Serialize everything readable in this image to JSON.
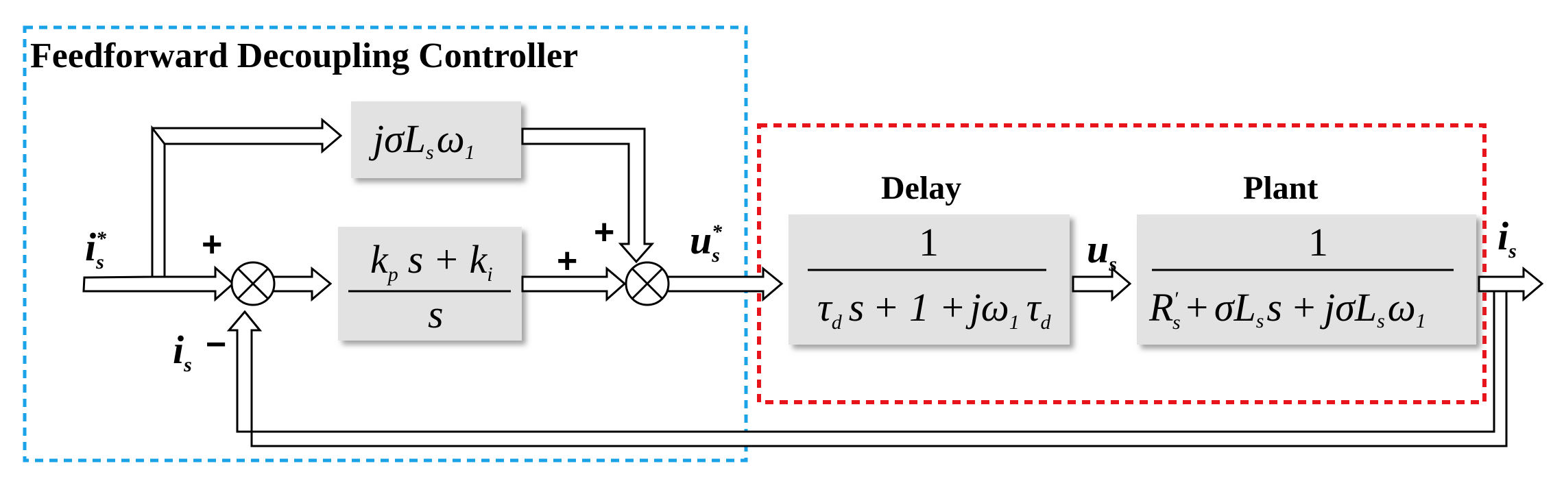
{
  "title": "Feedforward Decoupling Controller",
  "delay_label": "Delay",
  "plant_label": "Plant",
  "signals": {
    "i_ref": "i",
    "i_ref_sub": "s",
    "i_ref_sup": "*",
    "i_fb": "i",
    "i_fb_sub": "s",
    "u_ref": "u",
    "u_ref_sub": "s",
    "u_ref_sup": "*",
    "u_s": "u",
    "u_s_sub": "s",
    "i_out": "i",
    "i_out_sub": "s"
  },
  "signs": {
    "sum1_plus": "+",
    "sum1_minus": "−",
    "sum2_plus_left": "+",
    "sum2_plus_top": "+"
  },
  "blocks": {
    "decoupling": {
      "j": "j",
      "sigma": "σ",
      "L": "L",
      "L_sub": "s",
      "omega": "ω",
      "omega_sub": "1"
    },
    "pi": {
      "k_p": "k",
      "k_p_sub": "p",
      "s": "s",
      "plus": "+",
      "k_i": "k",
      "k_i_sub": "i",
      "den": "s"
    },
    "delay": {
      "num": "1",
      "tau": "τ",
      "tau_sub": "d",
      "s": "s",
      "plus1": "+ 1 +",
      "j": "j",
      "omega": "ω",
      "omega_sub": "1",
      "tau2": "τ",
      "tau2_sub": "d"
    },
    "plant": {
      "num": "1",
      "R": "R",
      "R_sub": "s",
      "R_sup": "′",
      "plus": "+",
      "sigma": "σ",
      "L": "L",
      "L_sub": "s",
      "s": "s",
      "plus2": "+",
      "j": "j",
      "sigma2": "σ",
      "L2": "L",
      "L2_sub": "s",
      "omega": "ω",
      "omega_sub": "1"
    }
  },
  "colors": {
    "controller_border": "#1aa3e8",
    "plant_border": "#e8141c",
    "block_fill": "#e2e2e2"
  }
}
